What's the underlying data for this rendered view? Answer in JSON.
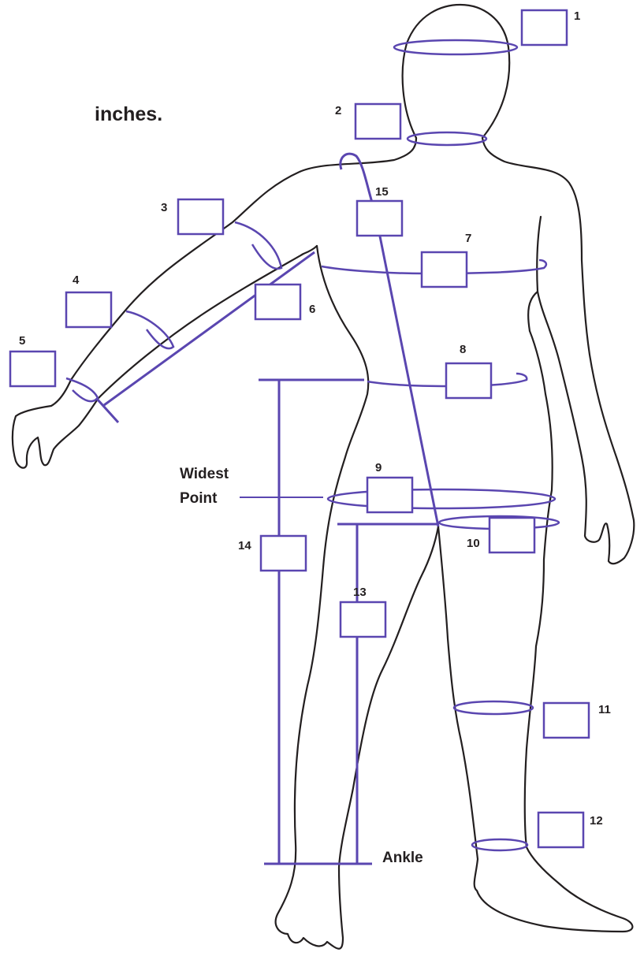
{
  "heading": "inches.",
  "labels": {
    "widest_line1": "Widest",
    "widest_line2": "Point",
    "ankle": "Ankle"
  },
  "measurements": [
    {
      "number": "1"
    },
    {
      "number": "2"
    },
    {
      "number": "3"
    },
    {
      "number": "4"
    },
    {
      "number": "5"
    },
    {
      "number": "6"
    },
    {
      "number": "7"
    },
    {
      "number": "8"
    },
    {
      "number": "9"
    },
    {
      "number": "10"
    },
    {
      "number": "11"
    },
    {
      "number": "12"
    },
    {
      "number": "13"
    },
    {
      "number": "14"
    },
    {
      "number": "15"
    }
  ],
  "colors": {
    "accent": "#5a46b0",
    "outline": "#231f20"
  }
}
